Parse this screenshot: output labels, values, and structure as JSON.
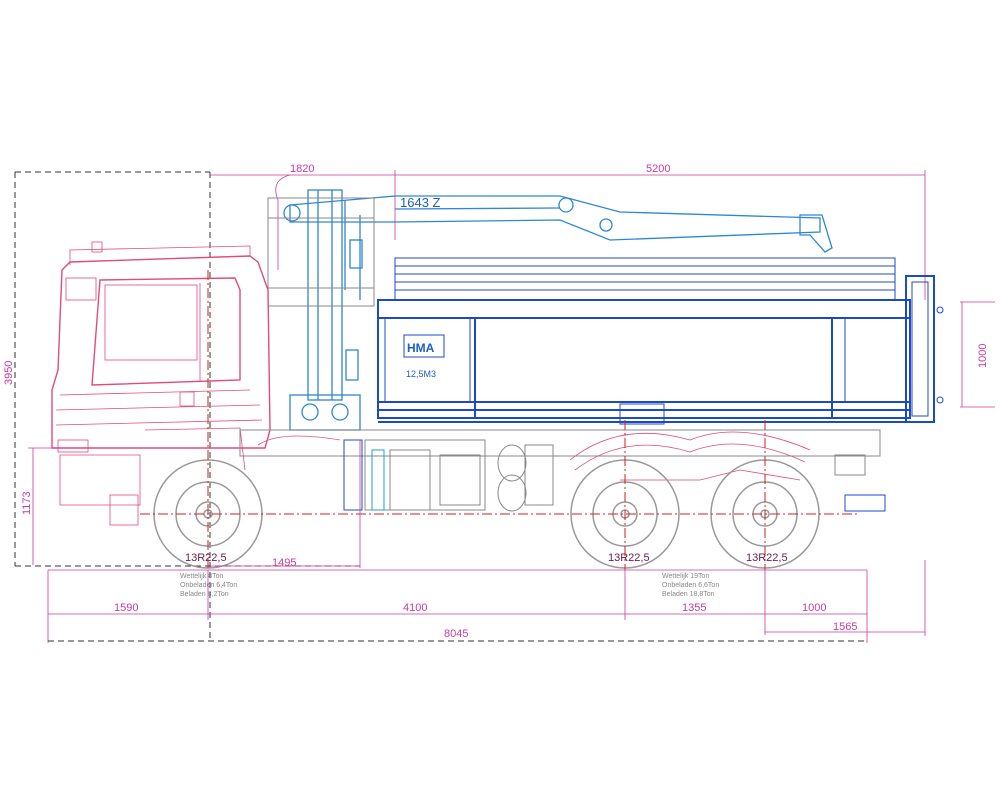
{
  "dimensions": {
    "crane_reach_front": "1820",
    "crane_reach_rear": "5200",
    "overall_height": "3950",
    "side_height": "1000",
    "frame_height": "1173",
    "front_to_crane": "1495",
    "front_overhang": "1590",
    "wheelbase": "4100",
    "tandem_spacing": "1355",
    "rear_to_end": "1000",
    "rear_overhang": "1565",
    "overall_length": "8045"
  },
  "crane_label": "1643 Z",
  "body": {
    "brand": "HMA",
    "volume": "12,5M3"
  },
  "tyres": {
    "front": "13R22,5",
    "rear_1": "13R22,5",
    "rear_2": "13R22,5"
  },
  "front_axle_loads": [
    "Wettelijk  8Ton",
    "Onbeladen  6,4Ton",
    "Beladen  8,2Ton"
  ],
  "rear_axle_loads": [
    "Wettelijk  19Ton",
    "Onbeladen  6,6Ton",
    "Beladen  18,8Ton"
  ],
  "colors": {
    "cab": "#e24a80",
    "body": "#1c49c8",
    "crane": "#2f86d6",
    "dimension": "#c83c9c"
  }
}
